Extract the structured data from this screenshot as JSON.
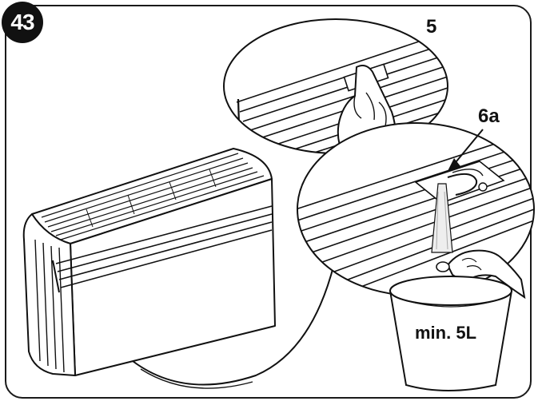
{
  "figure_number": "43",
  "labels": {
    "part_5": "5",
    "part_6a": "6a",
    "capacity": "min. 5L"
  },
  "colors": {
    "ink": "#111111",
    "paper": "#ffffff"
  }
}
